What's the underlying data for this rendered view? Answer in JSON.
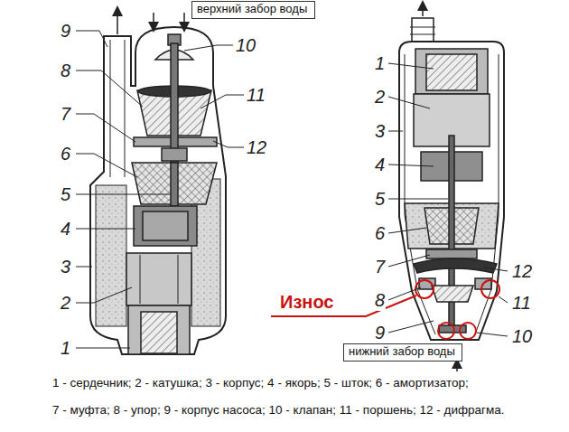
{
  "diagram": {
    "nodes": [
      {
        "text": [
          "верхний забор воды"
        ]
      },
      {
        "text": [
          "нижний забор воды"
        ]
      }
    ],
    "labels": [
      "9",
      "10",
      "8",
      "11",
      "7",
      "12",
      "6",
      "5",
      "4",
      "3",
      "2",
      "1",
      "1",
      "2",
      "3",
      "4",
      "5",
      "6",
      "7",
      "12",
      "8",
      "11",
      "9",
      "10",
      "Износ",
      "1 - сердечник; 2 - катушка; 3 - корпус; 4 - якорь; 5 - шток; 6 - амортизатор;",
      "7 - муфта; 8 - упор; 9 - корпус насоса; 10 - клапан; 11 - поршень; 12 - дифрагма."
    ]
  }
}
